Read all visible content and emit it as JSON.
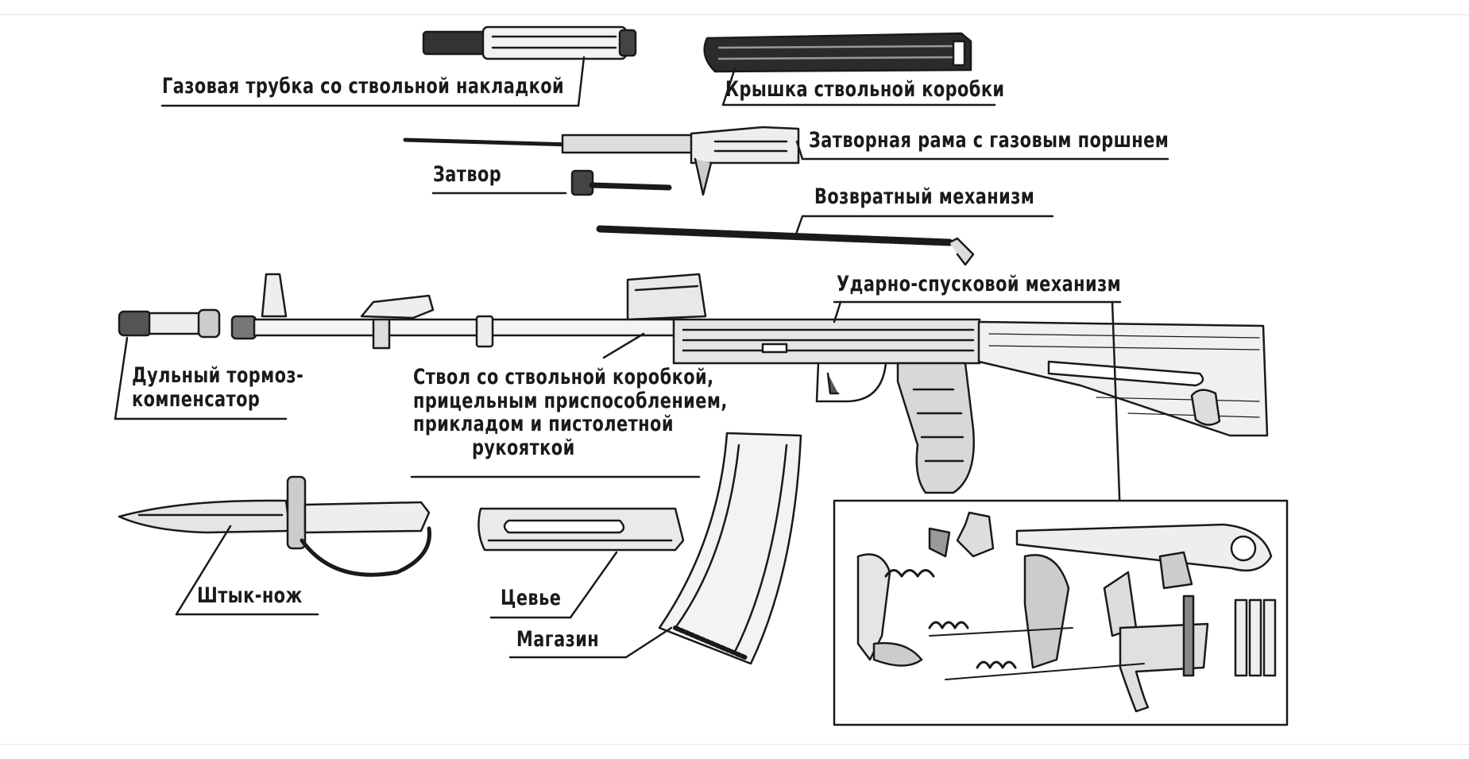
{
  "labels": {
    "gas_tube": "Газовая трубка со ствольной накладкой",
    "receiver_cover": "Крышка ствольной коробки",
    "bolt_carrier": "Затворная рама с газовым поршнем",
    "bolt": "Затвор",
    "return_mechanism": "Возвратный механизм",
    "trigger_mechanism": "Ударно-спусковой механизм",
    "muzzle_brake_line1": "Дульный тормоз-",
    "muzzle_brake_line2": "компенсатор",
    "barrel_line1": "Ствол со ствольной коробкой,",
    "barrel_line2": "прицельным приспособлением,",
    "barrel_line3": "прикладом и пистолетной",
    "barrel_line4": "рукояткой",
    "bayonet": "Штык-нож",
    "handguard": "Цевье",
    "magazine": "Магазин"
  },
  "colors": {
    "ink": "#1a1a1a",
    "paper": "#ffffff",
    "rule": "#e6e6e6"
  }
}
